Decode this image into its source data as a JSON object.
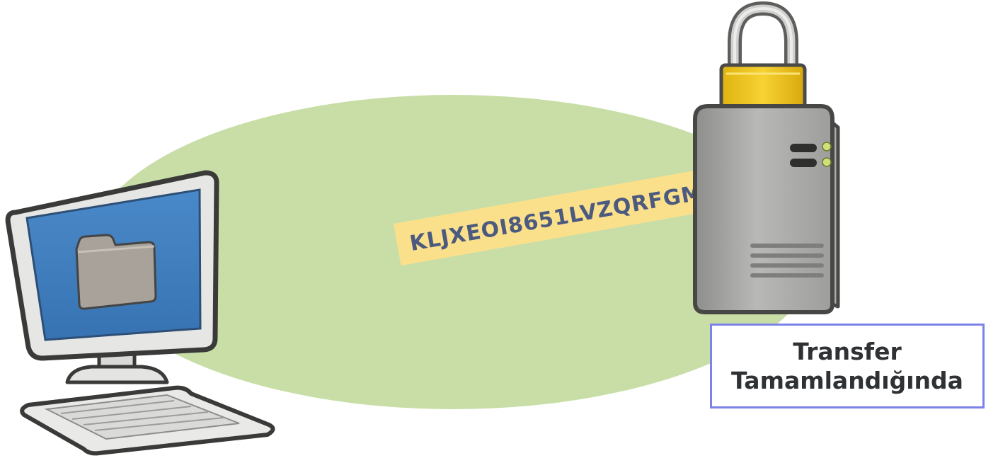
{
  "diagram": {
    "encrypted_string": "KLJXEOI8651LVZQRFGM",
    "status_label": {
      "line1": "Transfer",
      "line2": "Tamamlandığında"
    }
  },
  "colors": {
    "ellipse": "#c8dea6",
    "strip": "#fbe08c",
    "strip_text": "#4b5a7e",
    "screen": "#3f7fc0",
    "folder": "#a8a29a",
    "lock": "#f3c81c",
    "server": "#a9aaa7",
    "status_text": "#2f3235",
    "status_border": "#7b83e8"
  },
  "icons": [
    "computer-icon",
    "folder-icon",
    "server-icon",
    "padlock-icon"
  ]
}
